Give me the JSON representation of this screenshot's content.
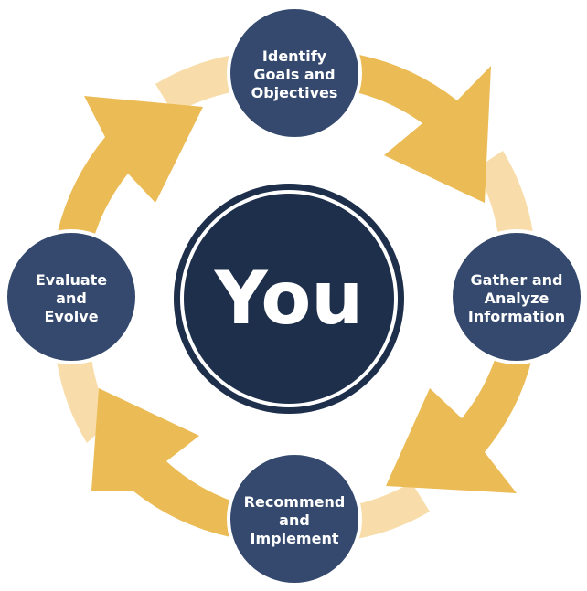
{
  "center": {
    "label": "You"
  },
  "stages": [
    {
      "id": "identify",
      "lines": [
        "Identify",
        "Goals and",
        "Objectives"
      ]
    },
    {
      "id": "gather",
      "lines": [
        "Gather and",
        "Analyze",
        "Information"
      ]
    },
    {
      "id": "recommend",
      "lines": [
        "Recommend",
        "and",
        "Implement"
      ]
    },
    {
      "id": "evaluate",
      "lines": [
        "Evaluate",
        "and",
        "Evolve"
      ]
    }
  ],
  "colors": {
    "arrow_gold": "#ebbb55",
    "arrow_light": "#f8ddaa",
    "circle_navy": "#34496d",
    "center_navy": "#1e2f4b",
    "text": "#ffffff"
  }
}
